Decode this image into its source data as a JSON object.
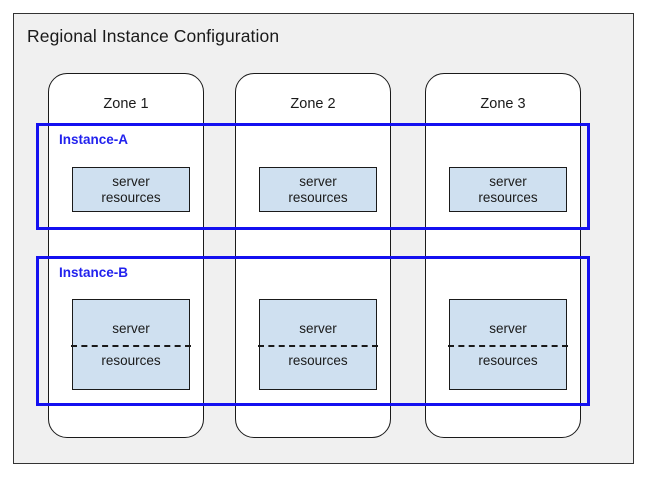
{
  "diagram": {
    "title": "Regional Instance Configuration",
    "colors": {
      "panel_background": "#f0f0f0",
      "panel_border": "#333333",
      "zone_background": "#ffffff",
      "zone_border": "#1a1a1a",
      "instance_border": "#1410f0",
      "instance_label": "#2222ee",
      "server_box_fill": "#cfe0f0",
      "server_box_border": "#1a1a1a",
      "text": "#1a1a1a"
    },
    "zones": [
      {
        "label": "Zone 1"
      },
      {
        "label": "Zone 2"
      },
      {
        "label": "Zone 3"
      }
    ],
    "instances": [
      {
        "label": "Instance-A",
        "divided": false,
        "resources": [
          {
            "line1": "server",
            "line2": "resources"
          },
          {
            "line1": "server",
            "line2": "resources"
          },
          {
            "line1": "server",
            "line2": "resources"
          }
        ]
      },
      {
        "label": "Instance-B",
        "divided": true,
        "resources": [
          {
            "line1": "server",
            "line2": "resources"
          },
          {
            "line1": "server",
            "line2": "resources"
          },
          {
            "line1": "server",
            "line2": "resources"
          }
        ]
      }
    ]
  }
}
